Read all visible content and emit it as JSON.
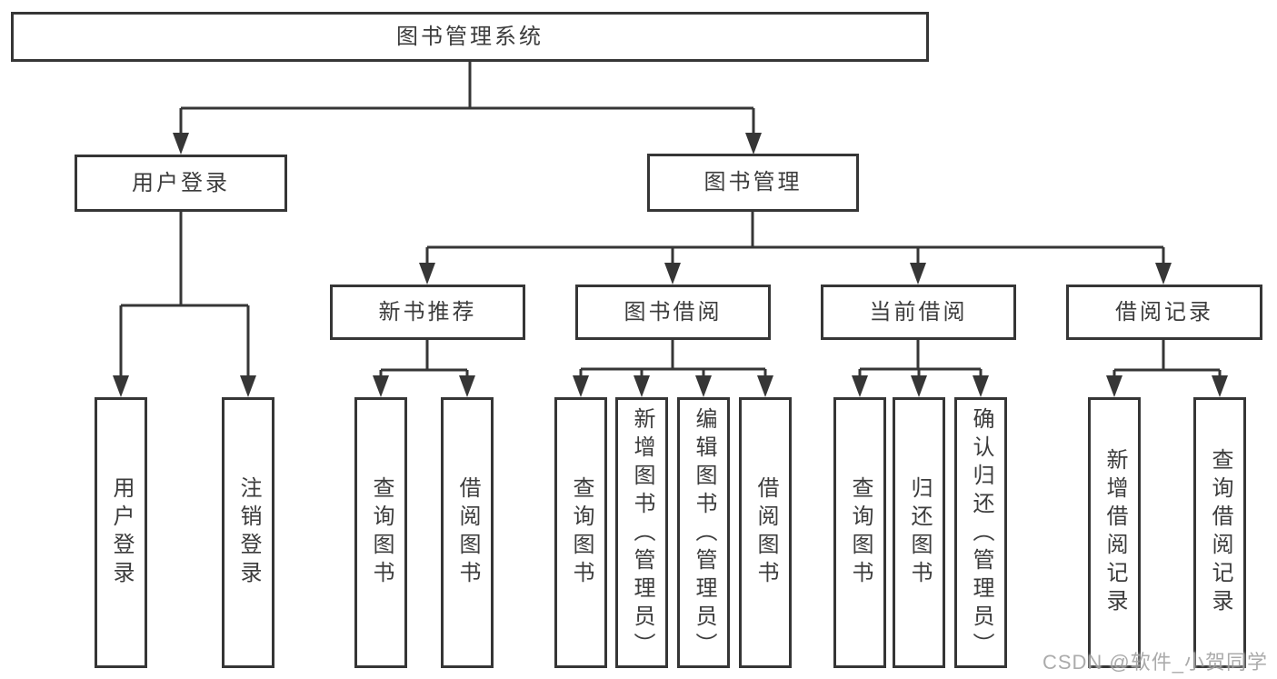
{
  "diagram": {
    "root": {
      "label": "图书管理系统"
    },
    "level2": [
      {
        "label": "用户登录",
        "children": [
          {
            "label": "用户登录"
          },
          {
            "label": "注销登录"
          }
        ]
      },
      {
        "label": "图书管理",
        "modules": [
          {
            "label": "新书推荐",
            "children": [
              {
                "label": "查询图书"
              },
              {
                "label": "借阅图书"
              }
            ]
          },
          {
            "label": "图书借阅",
            "children": [
              {
                "label": "查询图书"
              },
              {
                "label": "新增图书（管理员）"
              },
              {
                "label": "编辑图书（管理员）"
              },
              {
                "label": "借阅图书"
              }
            ]
          },
          {
            "label": "当前借阅",
            "children": [
              {
                "label": "查询图书"
              },
              {
                "label": "归还图书"
              },
              {
                "label": "确认归还（管理员）"
              }
            ]
          },
          {
            "label": "借阅记录",
            "children": [
              {
                "label": "新增借阅记录"
              },
              {
                "label": "查询借阅记录"
              }
            ]
          }
        ]
      }
    ]
  },
  "watermark": {
    "text": "CSDN @软件_小贺同学"
  },
  "colors": {
    "line": "#363636",
    "box_border": "#363636",
    "text": "#3c3c3c",
    "watermark": "#a3a3a3",
    "background": "#ffffff"
  }
}
